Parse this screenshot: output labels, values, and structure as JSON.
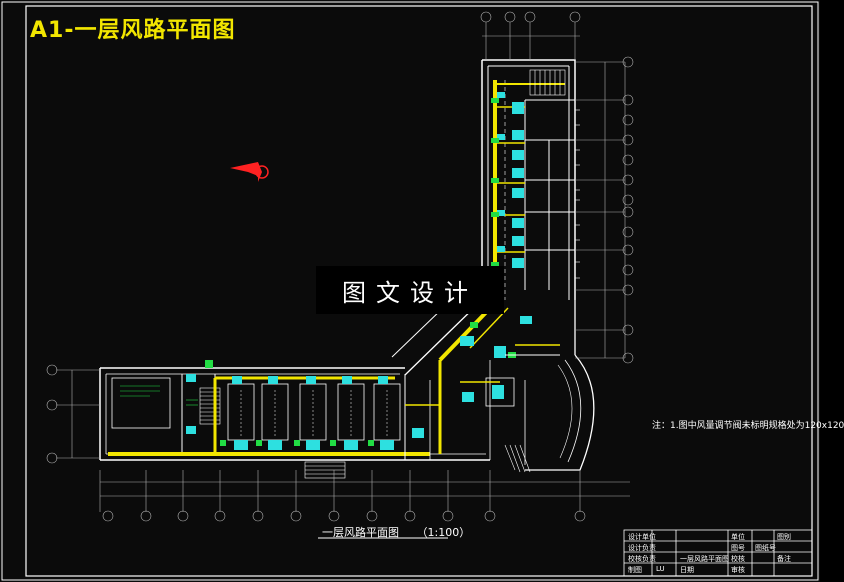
{
  "header": {
    "title": "A1-一层风路平面图"
  },
  "watermark": {
    "text": "图文设计"
  },
  "plan": {
    "caption": "一层风路平面图",
    "scale": "（1:100）"
  },
  "note": {
    "text": "注：1.图中风量调节阀未标明规格处为120x120"
  },
  "colors": {
    "background": "#0b0b0b",
    "walls": "#ffffff",
    "duct": "#f2e600",
    "fixtures": "#2de0e0",
    "green": "#22dd44",
    "dims": "#b0b0b0",
    "arrow": "#ff2222"
  },
  "title_block": {
    "cells": [
      "设计单位",
      "设计负责",
      "校核负责",
      "制图",
      "LU",
      "日期",
      "单位",
      "图号",
      "校核",
      "审核",
      "一层风路平面图",
      "图纸号",
      "图别",
      "备注"
    ]
  }
}
